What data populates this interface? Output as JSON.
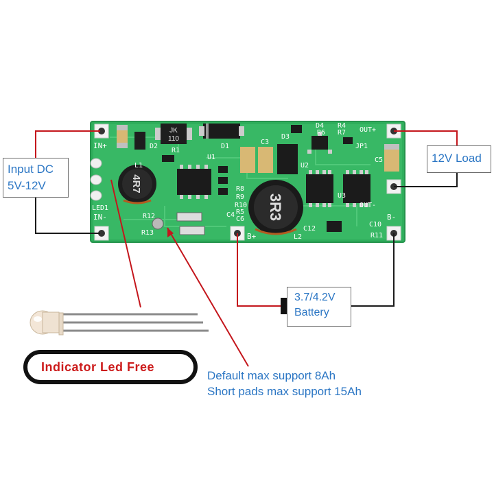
{
  "labels": {
    "input_line1": "Input DC",
    "input_line2": "5V-12V",
    "load": "12V Load",
    "battery_line1": "3.7/4.2V",
    "battery_line2": "Battery",
    "indicator": "Indicator Led Free",
    "note_line1": "Default max support 8Ah",
    "note_line2": "Short pads max support 15Ah"
  },
  "board": {
    "silkscreen": {
      "in_plus": "IN+",
      "in_minus": "IN-",
      "led1": "LED1",
      "r1": "R1",
      "r12": "R12",
      "r13": "R13",
      "l1": "L1",
      "l2": "L2",
      "d1": "D1",
      "d2": "D2",
      "d3": "D3",
      "d4": "D4",
      "u1": "U1",
      "u2": "U2",
      "u3": "U3",
      "r4": "R4",
      "r5": "R5",
      "r6": "R6",
      "r7": "R7",
      "r8": "R8",
      "r9": "R9",
      "r10": "R10",
      "r11": "R11",
      "c3": "C3",
      "c4": "C4",
      "c5": "C5",
      "c6": "C6",
      "c10": "C10",
      "c12": "C12",
      "jp1": "JP1",
      "out_plus": "OUT+",
      "out_minus": "OUT-",
      "b_plus": "B+",
      "b_minus": "B-"
    },
    "markings": {
      "inductor_small": "4R7",
      "inductor_large": "3R3",
      "diode_top_line1": "JK",
      "diode_top_line2": "110"
    }
  },
  "colors": {
    "wire_red": "#c4161c",
    "wire_black": "#1a1a1a",
    "label_blue": "#2b76c4",
    "pcb_green": "#35b562",
    "indicator_red": "#cc1b1b"
  }
}
